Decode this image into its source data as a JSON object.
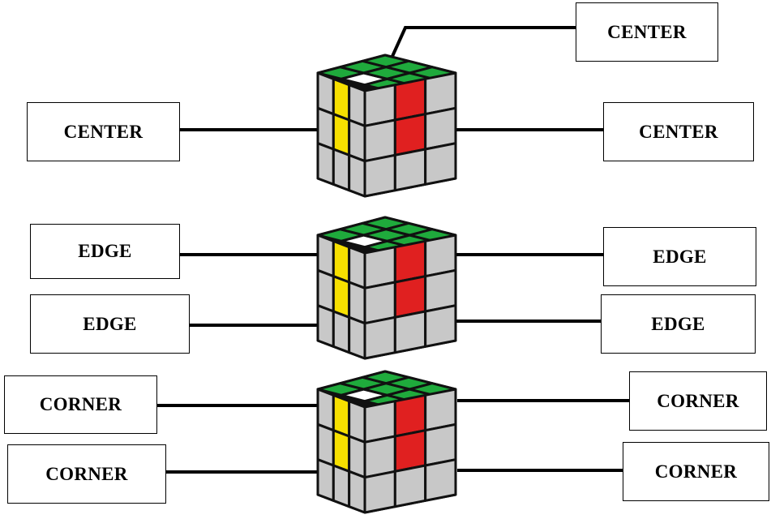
{
  "labels": {
    "center": "CENTER",
    "edge": "EDGE",
    "corner": "CORNER"
  },
  "colors": {
    "green": "#1faa3c",
    "white": "#ffffff",
    "yellow": "#f7e000",
    "red": "#e02020",
    "gray": "#c8c8c8",
    "frame": "#111111"
  }
}
